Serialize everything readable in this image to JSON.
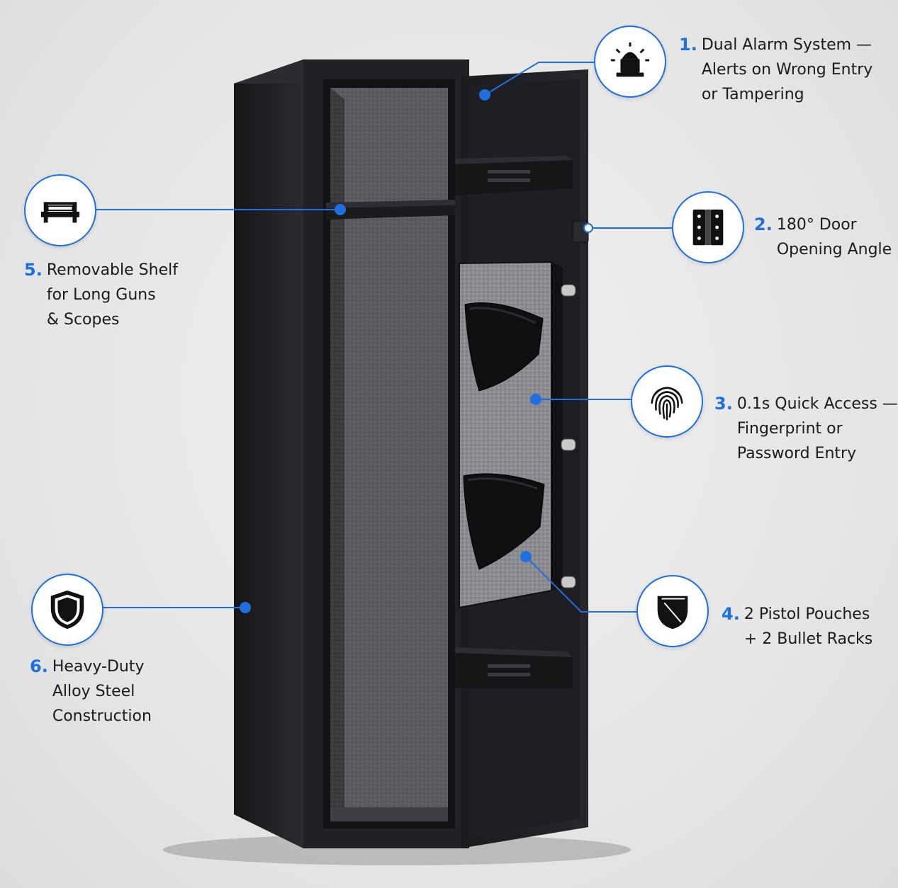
{
  "features": [
    {
      "id": "alarm",
      "number": "1.",
      "icon": "alarm-siren-icon",
      "lines": [
        "Dual Alarm System —",
        "Alerts on Wrong Entry",
        "or Tampering"
      ]
    },
    {
      "id": "door",
      "number": "2.",
      "icon": "hinge-icon",
      "lines": [
        "180° Door",
        "Opening Angle"
      ]
    },
    {
      "id": "access",
      "number": "3.",
      "icon": "fingerprint-icon",
      "lines": [
        "0.1s Quick Access —",
        "Fingerprint or",
        "Password Entry"
      ]
    },
    {
      "id": "pouches",
      "number": "4.",
      "icon": "pistol-pouch-icon",
      "lines": [
        "2 Pistol Pouches",
        "+ 2 Bullet Racks"
      ]
    },
    {
      "id": "shelf",
      "number": "5.",
      "icon": "shelf-icon",
      "lines": [
        "Removable Shelf",
        "for Long Guns",
        "& Scopes"
      ]
    },
    {
      "id": "steel",
      "number": "6.",
      "icon": "shield-icon",
      "lines": [
        "Heavy-Duty",
        "Alloy Steel",
        "Construction"
      ]
    }
  ],
  "colors": {
    "accent": "#1f6fe0",
    "safe_body": "#1c1d1f",
    "carpet": "#57585b"
  }
}
